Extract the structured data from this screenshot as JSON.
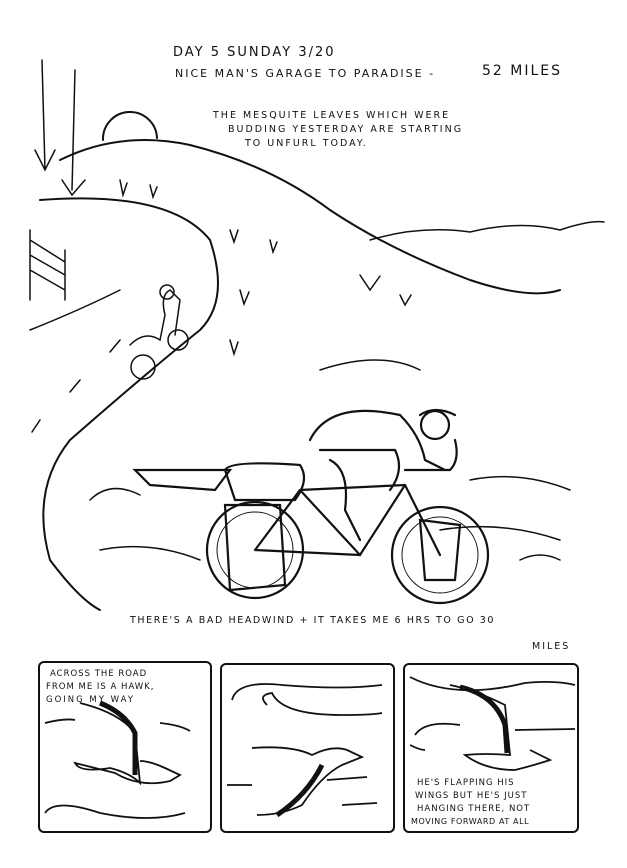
{
  "header": {
    "day_line": "DAY 5   SUNDAY   3/20",
    "route_line": "NICE MAN'S GARAGE TO PARADISE  -",
    "distance": "52 MILES"
  },
  "caption_top": [
    "THE MESQUITE LEAVES WHICH WERE",
    "BUDDING YESTERDAY ARE STARTING",
    "TO UNFURL TODAY."
  ],
  "caption_middle": [
    "THERE'S A BAD HEADWIND + IT TAKES ME 6 HRS TO GO 30",
    "MILES"
  ],
  "panels": [
    {
      "text": [
        "ACROSS THE ROAD",
        "FROM ME IS A HAWK,",
        "GOING MY WAY"
      ]
    },
    {
      "text": []
    },
    {
      "text": [
        "HE'S FLAPPING HIS",
        "WINGS BUT HE'S JUST",
        "HANGING THERE, NOT",
        "MOVING FORWARD AT ALL"
      ]
    }
  ]
}
